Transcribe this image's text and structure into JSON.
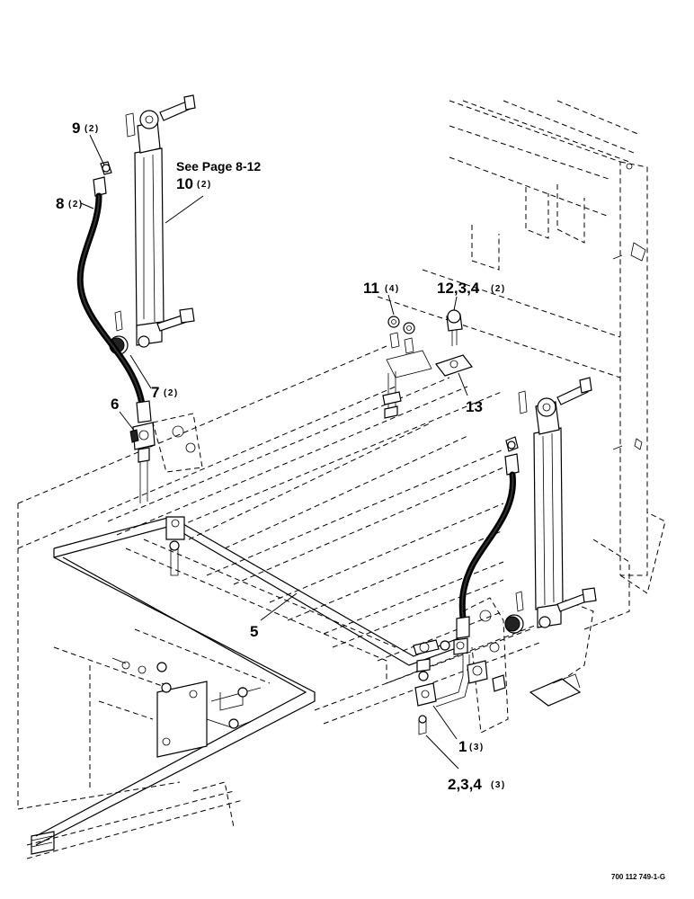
{
  "callouts": {
    "c9": {
      "num": "9",
      "qty": "(2)"
    },
    "c8": {
      "num": "8",
      "qty": "(2)"
    },
    "c10": {
      "num": "10",
      "qty": "(2)"
    },
    "c7": {
      "num": "7",
      "qty": "(2)"
    },
    "c6": {
      "num": "6"
    },
    "c11": {
      "num": "11",
      "qty": "(4)"
    },
    "c12": {
      "num": "12,3,4",
      "qty": "(2)"
    },
    "c13": {
      "num": "13"
    },
    "c5": {
      "num": "5"
    },
    "c1": {
      "num": "1",
      "qty": "(3)"
    },
    "c2": {
      "num": "2,3,4",
      "qty": "(3)"
    }
  },
  "reference_note": "See Page 8-12",
  "figure_id": "700 112 749-1-G"
}
